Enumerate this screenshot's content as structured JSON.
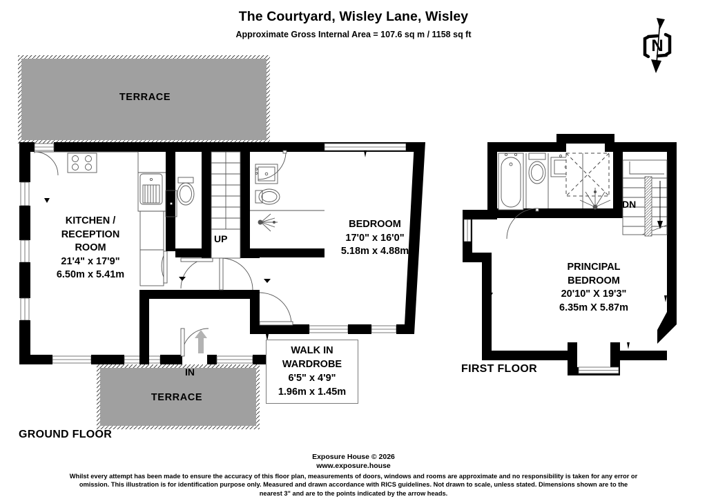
{
  "header": {
    "title": "The Courtyard, Wisley Lane, Wisley",
    "subtitle": "Approximate Gross Internal Area = 107.6 sq m / 1158 sq ft"
  },
  "compass": {
    "north_label": "N",
    "icon": "compass-north-icon"
  },
  "colors": {
    "wall": "#000000",
    "terrace_fill": "#a0a0a0",
    "terrace_border": "#555555",
    "fixture_line": "#555555",
    "background": "#ffffff",
    "arrow": "#b3b3b3"
  },
  "floors": [
    {
      "id": "ground",
      "label": "GROUND FLOOR",
      "rooms": [
        {
          "id": "kitchen-reception",
          "name_lines": [
            "KITCHEN /",
            "RECEPTION",
            "ROOM"
          ],
          "name": "KITCHEN / RECEPTION ROOM",
          "dim_imperial": "21'4\" x 17'9\"",
          "dim_metric": "6.50m x 5.41m"
        },
        {
          "id": "bedroom",
          "name_lines": [
            "BEDROOM"
          ],
          "name": "BEDROOM",
          "dim_imperial": "17'0\" x 16'0\"",
          "dim_metric": "5.18m x 4.88m"
        },
        {
          "id": "walk-in-wardrobe",
          "name_lines": [
            "WALK IN",
            "WARDROBE"
          ],
          "name": "WALK IN WARDROBE",
          "dim_imperial": "6'5\" x 4'9\"",
          "dim_metric": "1.96m x 1.45m",
          "boxed": true
        }
      ],
      "outdoor": [
        {
          "id": "terrace-upper",
          "label": "TERRACE"
        },
        {
          "id": "terrace-lower",
          "label": "TERRACE"
        }
      ],
      "markers": [
        {
          "id": "stairs-up",
          "label": "UP"
        },
        {
          "id": "entrance",
          "label": "IN"
        }
      ]
    },
    {
      "id": "first",
      "label": "FIRST FLOOR",
      "rooms": [
        {
          "id": "principal-bedroom",
          "name_lines": [
            "PRINCIPAL",
            "BEDROOM"
          ],
          "name": "PRINCIPAL BEDROOM",
          "dim_imperial": "20'10\" X 19'3\"",
          "dim_metric": "6.35m X 5.87m"
        }
      ],
      "outdoor": [],
      "markers": [
        {
          "id": "stairs-down",
          "label": "DN"
        }
      ]
    }
  ],
  "footer": {
    "company": "Exposure House © 2026",
    "website": "www.exposure.house",
    "disclaimer": "Whilst every attempt has been made to ensure the accuracy of this floor plan, measurements of doors, windows and rooms are approximate and no responsibility is taken for any error or omission. This illustration is for identification purpose only. Measured and drawn accordance with RICS guidelines. Not drawn to scale, unless stated. Dimensions shown are to the nearest 3\" and are to the points indicated by the arrow heads."
  }
}
